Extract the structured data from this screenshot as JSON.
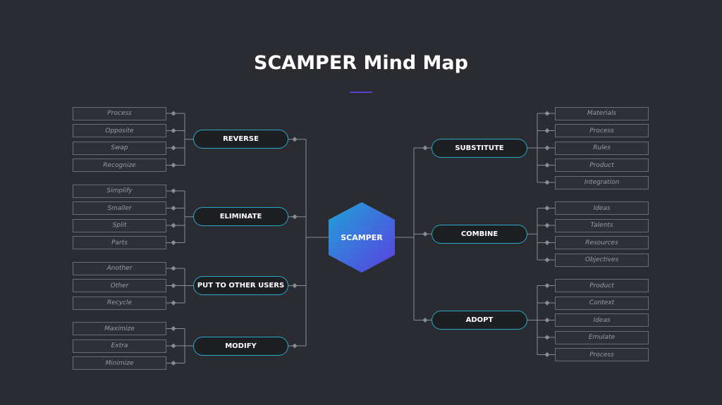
{
  "title": "SCAMPER Mind Map",
  "center": {
    "label": "SCAMPER"
  },
  "colors": {
    "background": "#2b2c31",
    "branch_border": "#2aa8c9",
    "accent": "#5a3fd0",
    "hex_gradient_start": "#1fa3d8",
    "hex_gradient_end": "#5b3ee0",
    "connector": "#8a8c92"
  },
  "left_branches": [
    {
      "label": "REVERSE",
      "items": [
        "Process",
        "Opposite",
        "Swap",
        "Recognize"
      ]
    },
    {
      "label": "ELIMINATE",
      "items": [
        "Simplify",
        "Smaller",
        "Split",
        "Parts"
      ]
    },
    {
      "label": "PUT TO OTHER USERS",
      "items": [
        "Another",
        "Other",
        "Recycle"
      ]
    },
    {
      "label": "MODIFY",
      "items": [
        "Maximize",
        "Extra",
        "Minimize"
      ]
    }
  ],
  "right_branches": [
    {
      "label": "SUBSTITUTE",
      "items": [
        "Materials",
        "Process",
        "Rules",
        "Product",
        "Integration"
      ]
    },
    {
      "label": "COMBINE",
      "items": [
        "Ideas",
        "Talents",
        "Resources",
        "Objectives"
      ]
    },
    {
      "label": "ADOPT",
      "items": [
        "Product",
        "Context",
        "Ideas",
        "Emulate",
        "Process"
      ]
    }
  ]
}
